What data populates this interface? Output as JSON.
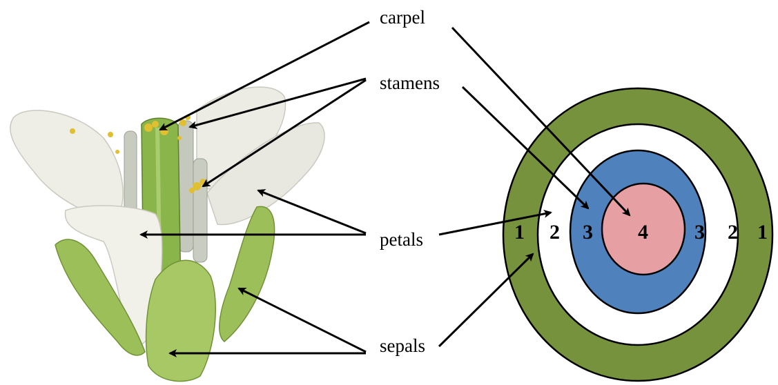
{
  "labels": {
    "carpel": "carpel",
    "stamens": "stamens",
    "petals": "petals",
    "sepals": "sepals"
  },
  "whorls": {
    "sepal_number": "1",
    "petal_number": "2",
    "stamen_number": "3",
    "carpel_number": "4"
  },
  "colors": {
    "sepal_ring": "#77923c",
    "petal_ring": "#ffffff",
    "stamen_ring": "#4f81bd",
    "carpel_core": "#e6a0a4",
    "petal_fill": "#eeeee6",
    "sepal_fill": "#9cbf5a",
    "carpel_fill": "#8ab54a",
    "pollen": "#e0c030"
  }
}
